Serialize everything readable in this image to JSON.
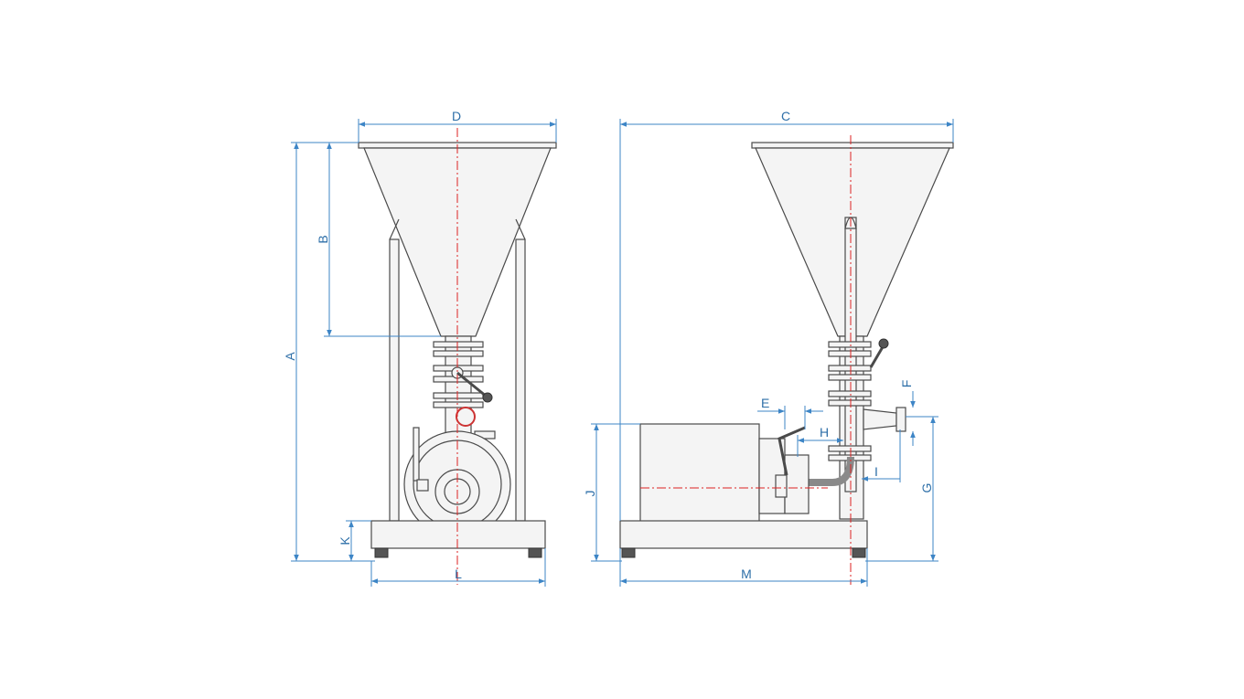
{
  "dimension_labels": {
    "A": "A",
    "B": "B",
    "C": "C",
    "D": "D",
    "E": "E",
    "F": "F",
    "G": "G",
    "H": "H",
    "I": "I",
    "J": "J",
    "K": "K",
    "L": "L",
    "M": "M"
  },
  "colors": {
    "dimension": "#3d85c6",
    "outline": "#4a4a4a",
    "centerline": "#dd2222",
    "background": "#ffffff"
  }
}
